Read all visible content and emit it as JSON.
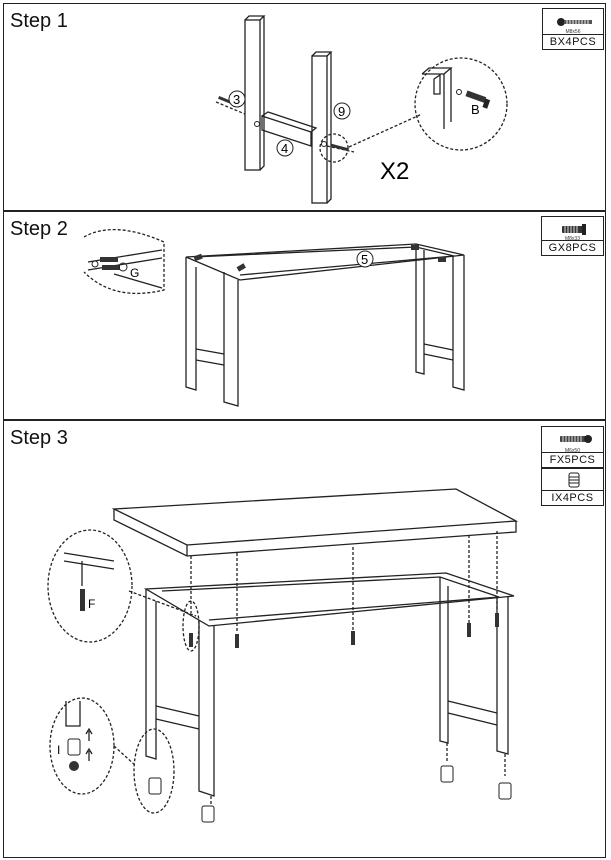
{
  "steps": [
    {
      "title": "Step 1",
      "hardware": {
        "size": "M8x56",
        "qty": "BX4PCS"
      },
      "part_labels": [
        "3",
        "4",
        "9",
        "B"
      ],
      "multiplier": "X2"
    },
    {
      "title": "Step 2",
      "hardware": {
        "size": "M8x33",
        "qty": "GX8PCS"
      },
      "part_labels": [
        "G",
        "5"
      ]
    },
    {
      "title": "Step 3",
      "hardware": [
        {
          "size": "M6x50",
          "qty": "FX5PCS"
        },
        {
          "size": "",
          "qty": "IX4PCS"
        }
      ],
      "part_labels": [
        "F",
        "I"
      ]
    }
  ]
}
